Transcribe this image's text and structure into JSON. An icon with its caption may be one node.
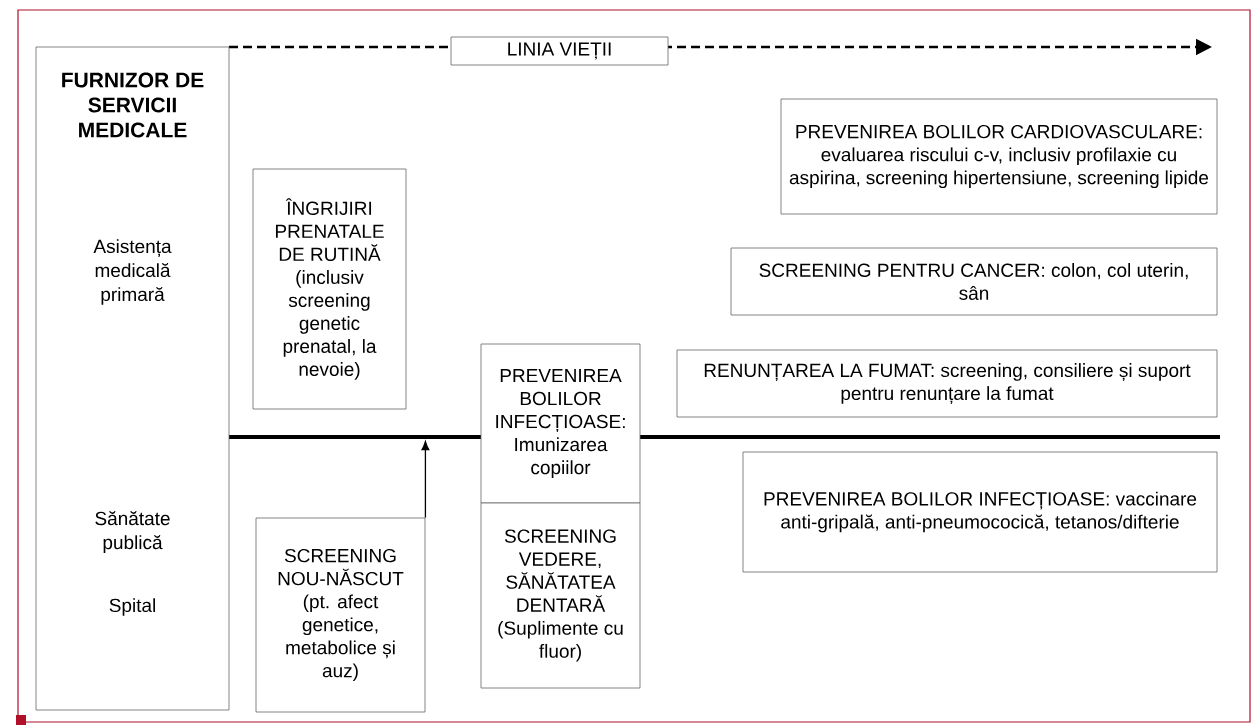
{
  "diagram": {
    "nodes": [
      {
        "text": [
          "FURNIZOR DE SERVICII MEDICALE",
          "Asistența medicală primară",
          "Sănătate publică",
          "Spital"
        ]
      },
      {
        "text": [
          "LINIA VIEȚII"
        ]
      },
      {
        "text": [
          "PREVENIREA BOLILOR CARDIOVASCULARE: evaluarea riscului c-v, inclusiv profilaxie cu aspirina, screening hipertensiune, screening lipide"
        ]
      },
      {
        "text": [
          "SCREENING PENTRU CANCER: colon, col uterin, sân"
        ]
      },
      {
        "text": [
          "ÎNGRIJIRI PRENATALE DE RUTINĂ (inclusiv screening genetic prenatal, la nevoie)"
        ]
      },
      {
        "text": [
          "PREVENIREA BOLILOR INFECȚIOASE: Imunizarea copiilor"
        ]
      },
      {
        "text": [
          "RENUNȚAREA LA FUMAT: screening, consiliere și suport pentru renunțare la fumat"
        ]
      },
      {
        "text": [
          "PREVENIREA BOLILOR INFECȚIOASE: vaccinare anti-gripală, anti-pneumococică, tetanos/difterie"
        ]
      },
      {
        "text": [
          "SCREENING NOU-NĂSCUT (pt. afect genetice, metabolice și auz)"
        ]
      },
      {
        "text": [
          "SCREENING VEDERE, SĂNĂTATEA DENTARĂ (Suplimente cu fluor)"
        ]
      },
      {
        "text": [],
        "shape": "bar"
      }
    ],
    "edges": [
      {
        "from": 8,
        "to": 10,
        "arrow": "to"
      }
    ]
  }
}
